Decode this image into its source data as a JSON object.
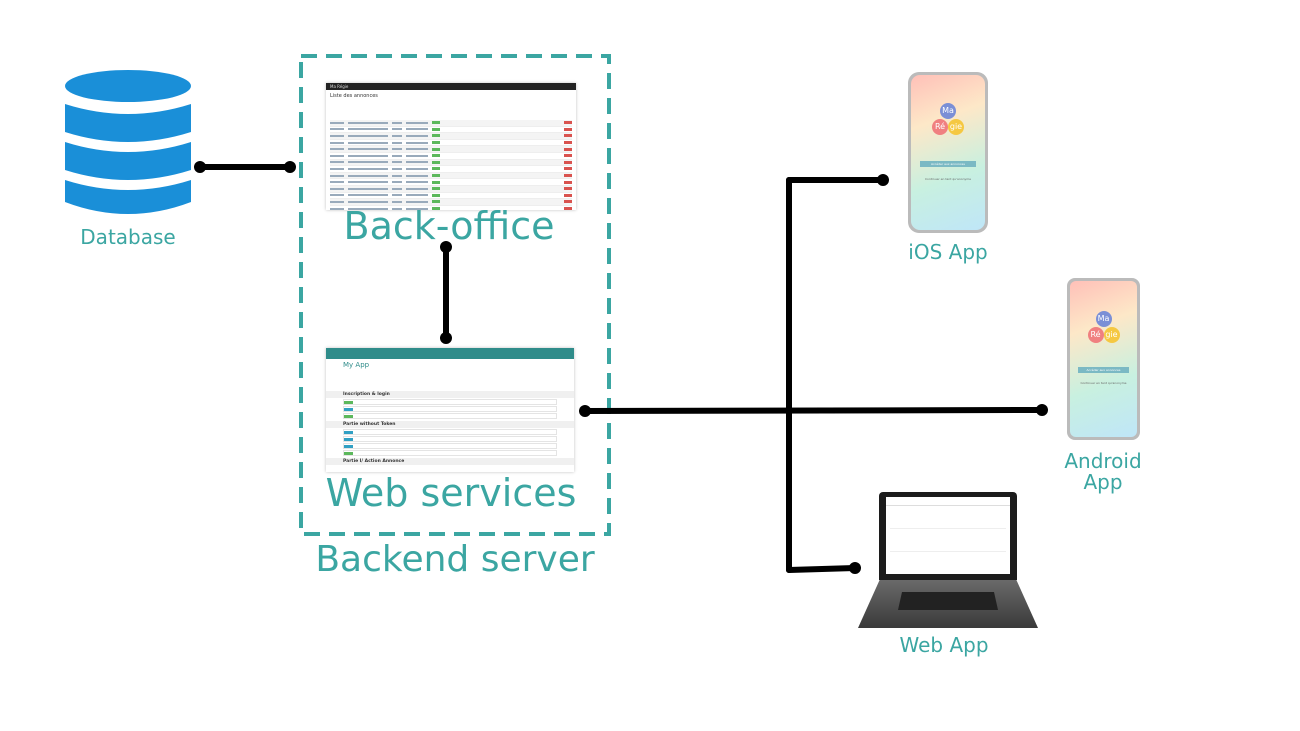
{
  "labels": {
    "database": "Database",
    "back_office": "Back-office",
    "web_services": "Web services",
    "backend_server": "Backend server",
    "ios_app": "iOS App",
    "android_app_line1": "Android",
    "android_app_line2": "App",
    "web_app": "Web App"
  },
  "back_office_screenshot": {
    "brand": "Ma Régie",
    "title": "Liste des annonces"
  },
  "web_services_screenshot": {
    "title": "My App",
    "sections": [
      "Inscription & login",
      "Partie without Token",
      "Partie I/ Action Annonce"
    ]
  },
  "mobile_app": {
    "logo": [
      "Ma",
      "Ré",
      "gie"
    ],
    "button": "Accéder aux annonces",
    "link": "Continuer en tant qu'anonyme"
  },
  "colors": {
    "accent": "#3ba6a2",
    "database": "#1a8fd8",
    "connector": "#000000"
  }
}
